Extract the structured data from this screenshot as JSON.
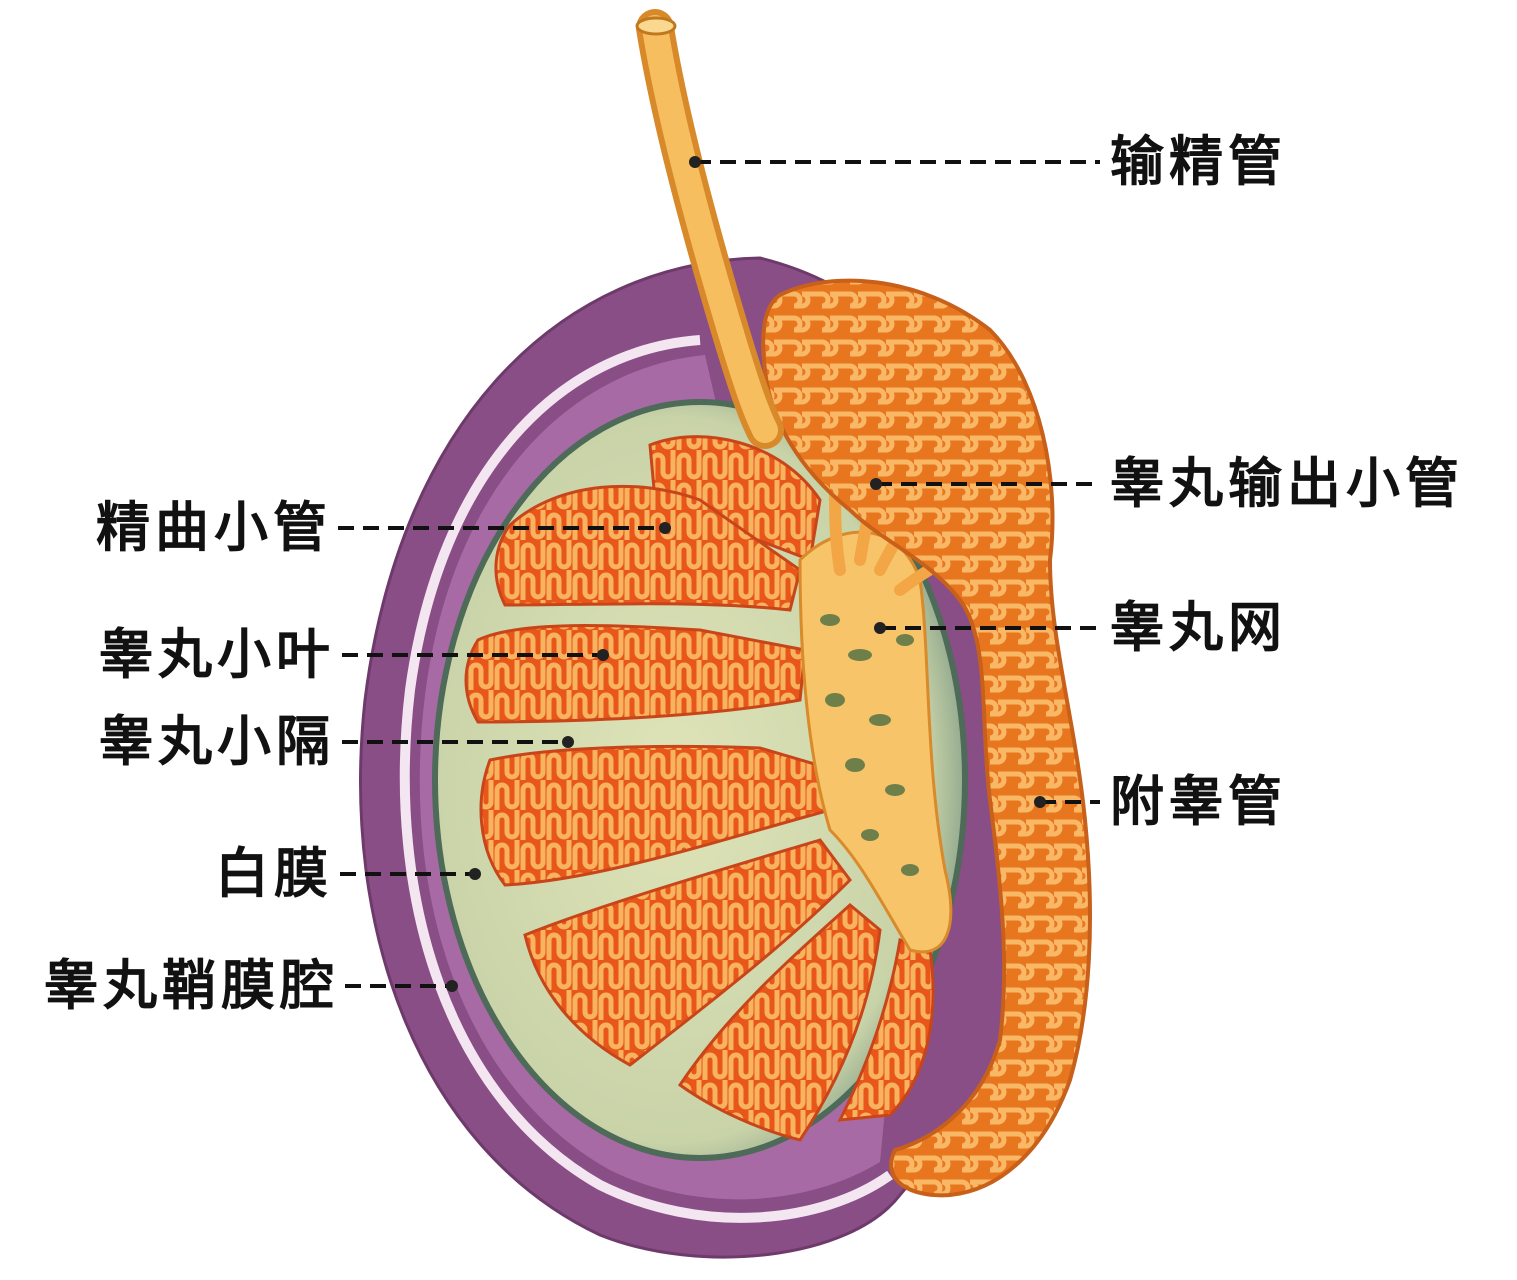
{
  "labels": {
    "vas_deferens": "输精管",
    "efferent_ductules": "睾丸输出小管",
    "rete_testis": "睾丸网",
    "epididymis": "附睾管",
    "seminiferous_tubules": "精曲小管",
    "lobules": "睾丸小叶",
    "septa": "睾丸小隔",
    "tunica_albuginea": "白膜",
    "tunica_vaginalis_cavity": "睾丸鞘膜腔"
  },
  "colors": {
    "vaginalis_outer": "#8a4e86",
    "vaginalis_inner": "#a86aa4",
    "vaginalis_rim": "#f3e6f1",
    "albuginea": "#cfd8b0",
    "albuginea_edge": "#4e6a58",
    "lobule_outer": "#e8561a",
    "tubule": "#f6ad55",
    "rete": "#f7c46a",
    "epididymis": "#f08a3a",
    "vas": "#f3b04a",
    "leader": "#111111"
  }
}
